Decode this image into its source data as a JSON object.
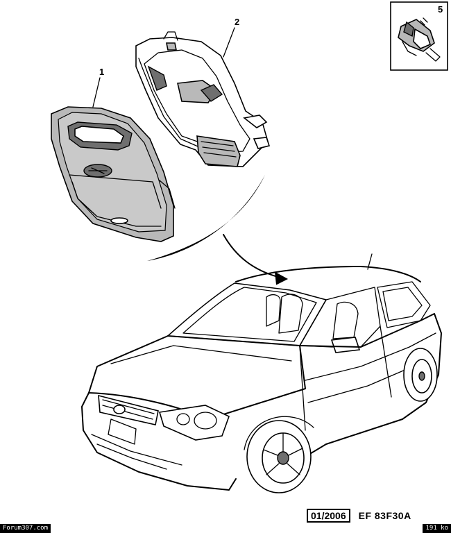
{
  "callouts": {
    "part1": "1",
    "part2": "2",
    "part5": "5"
  },
  "reference": {
    "date": "01/2006",
    "code": "EF 83F30A"
  },
  "footer": {
    "site": "Forum307.com",
    "size": "191 ko"
  }
}
